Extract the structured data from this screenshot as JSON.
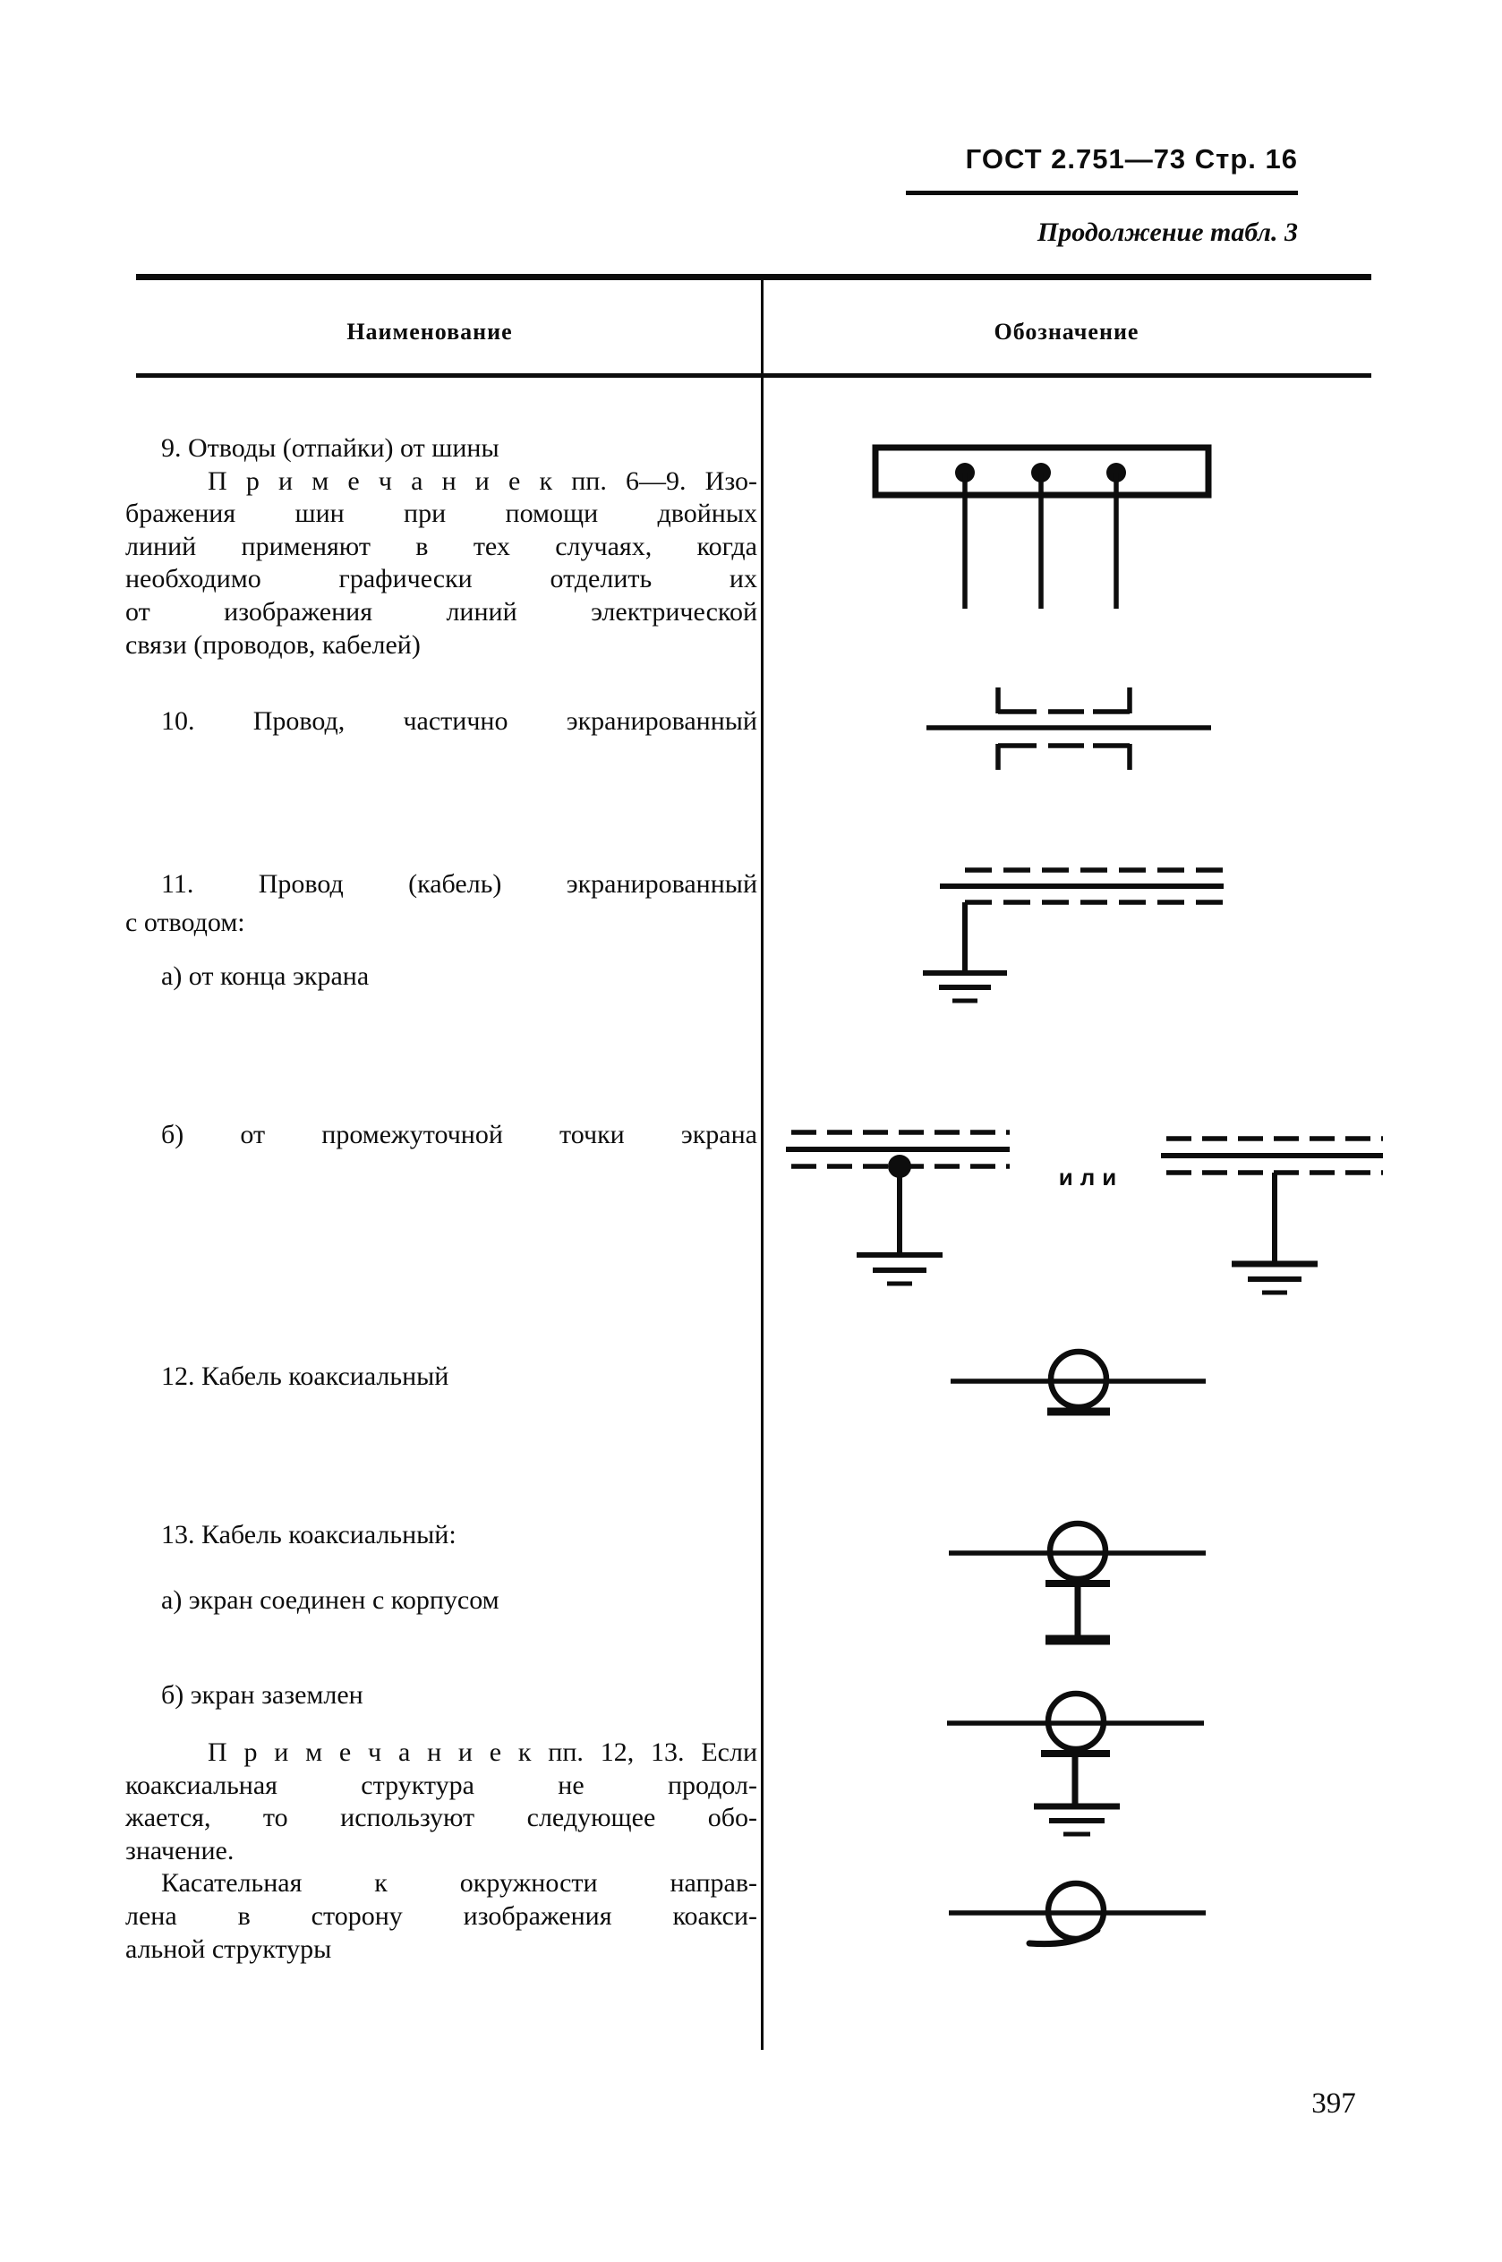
{
  "page": {
    "header": "ГОСТ 2.751—73 Стр. 16",
    "subheader": "Продолжение табл. 3",
    "page_number": "397"
  },
  "table": {
    "col1_header": "Наименование",
    "col2_header": "Обозначение",
    "or_label": "или",
    "rows": {
      "r9": [
        {
          "t": "9. Отводы (отпайки) от шины",
          "i": 1
        },
        {
          "t": "П р и м е ч а н и е к пп. 6—9. Изо-",
          "i": 2,
          "j": true
        },
        {
          "t": "бражения шин при помощи двойных",
          "j": true
        },
        {
          "t": "линий применяют в тех случаях, когда",
          "j": true
        },
        {
          "t": "необходимо графически отделить их",
          "j": true
        },
        {
          "t": "от изображения линий электрической",
          "j": true
        },
        {
          "t": "связи (проводов, кабелей)"
        }
      ],
      "r10": [
        {
          "t": "10. Провод, частично экранированный",
          "i": 1,
          "j": true
        }
      ],
      "r11": [
        {
          "t": "11. Провод (кабель) экранированный",
          "i": 1,
          "j": true
        },
        {
          "t": "с отводом:"
        }
      ],
      "r11a": [
        {
          "t": "а) от конца экрана",
          "i": 1
        }
      ],
      "r11b": [
        {
          "t": "б) от промежуточной точки экрана",
          "i": 1,
          "j": true
        }
      ],
      "r12": [
        {
          "t": "12. Кабель коаксиальный",
          "i": 1
        }
      ],
      "r13": [
        {
          "t": "13. Кабель коаксиальный:",
          "i": 1
        }
      ],
      "r13a": [
        {
          "t": "а) экран соединен с корпусом",
          "i": 1
        }
      ],
      "r13b": [
        {
          "t": "б) экран заземлен",
          "i": 1
        }
      ],
      "note": [
        {
          "t": "П р и м е ч а н и е к пп. 12, 13. Если",
          "i": 2,
          "j": true
        },
        {
          "t": "коаксиальная структура не продол-",
          "j": true
        },
        {
          "t": "жается, то используют следующее обо-",
          "j": true
        },
        {
          "t": "значение."
        },
        {
          "t": "Касательная к окружности направ-",
          "i": 1,
          "j": true
        },
        {
          "t": "лена в сторону изображения коакси-",
          "j": true
        },
        {
          "t": "альной структуры"
        }
      ]
    }
  },
  "symbols": [
    {
      "name": "bus-with-taps-symbol",
      "for_item": "9"
    },
    {
      "name": "partially-shielded-wire-symbol",
      "for_item": "10"
    },
    {
      "name": "shielded-wire-tap-from-end-symbol",
      "for_item": "11а"
    },
    {
      "name": "shielded-wire-tap-from-midpoint-symbol",
      "for_item": "11б"
    },
    {
      "name": "shielded-wire-tap-from-midpoint-alt-symbol",
      "for_item": "11б"
    },
    {
      "name": "coaxial-cable-symbol",
      "for_item": "12"
    },
    {
      "name": "coaxial-cable-shield-to-chassis-symbol",
      "for_item": "13а"
    },
    {
      "name": "coaxial-cable-shield-grounded-symbol",
      "for_item": "13б"
    },
    {
      "name": "coaxial-structure-not-continued-symbol",
      "for_item": "note 12,13"
    }
  ],
  "colors": {
    "ink": "#0d0d0d",
    "paper": "#ffffff"
  }
}
